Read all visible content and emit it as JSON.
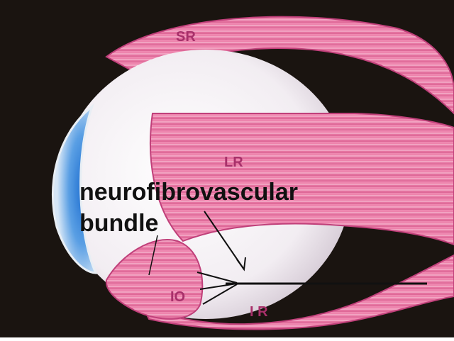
{
  "diagram": {
    "muscle_labels": {
      "superior_rectus": "SR",
      "lateral_rectus": "LR",
      "inferior_oblique": "IO",
      "inferior_rectus": "I R"
    },
    "annotation": {
      "line1": "neurofibrovascular",
      "line2": "bundle"
    },
    "colors": {
      "background": "#1a1410",
      "muscle": "#e87ca6",
      "muscle_stripe": "#f6c2d6",
      "muscle_edge": "#c0407a",
      "eyeball": "#f4f0f4",
      "cornea": "#2f7fd6",
      "label": "#a8306a",
      "annotation": "#111111"
    }
  }
}
